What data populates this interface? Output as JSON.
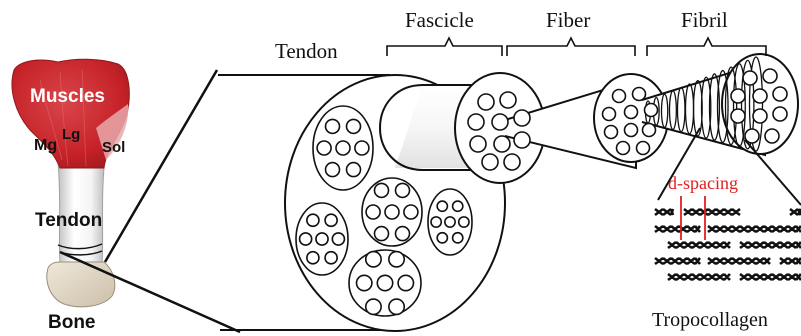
{
  "left_labels": {
    "muscles": "Muscles",
    "mg": "Mg",
    "lg": "Lg",
    "sol": "Sol",
    "tendon": "Tendon",
    "bone": "Bone"
  },
  "hierarchy_labels": {
    "tendon": "Tendon",
    "fascicle": "Fascicle",
    "fiber": "Fiber",
    "fibril": "Fibril"
  },
  "annotations": {
    "d_spacing": "d-spacing",
    "tropocollagen": "Tropocollagen"
  },
  "colors": {
    "muscle_red": "#c9262b",
    "muscle_light": "#e8a2a4",
    "tendon_white": "#f1f1f1",
    "bone_beige": "#e4dac8",
    "d_spacing_red": "#e02020",
    "line": "#1a1a1a"
  }
}
